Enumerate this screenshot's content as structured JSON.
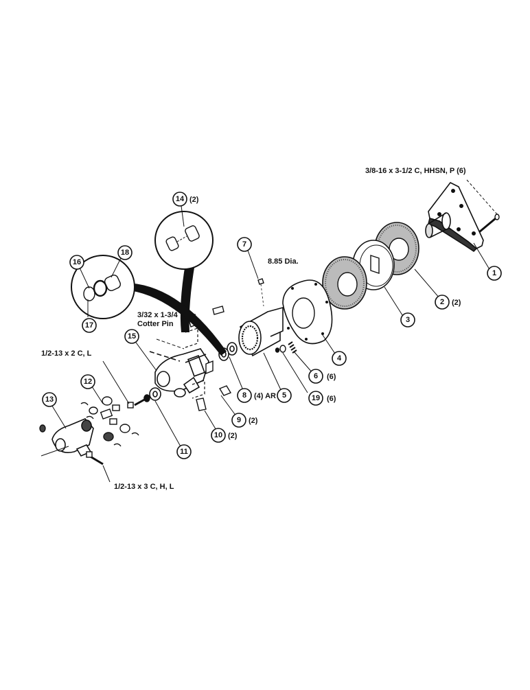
{
  "diagram": {
    "callouts": [
      {
        "id": "1",
        "qty": ""
      },
      {
        "id": "2",
        "qty": "(2)"
      },
      {
        "id": "3",
        "qty": ""
      },
      {
        "id": "4",
        "qty": ""
      },
      {
        "id": "5",
        "qty": ""
      },
      {
        "id": "6",
        "qty": "(6)"
      },
      {
        "id": "7",
        "qty": ""
      },
      {
        "id": "8",
        "qty": "(4) AR"
      },
      {
        "id": "9",
        "qty": "(2)"
      },
      {
        "id": "10",
        "qty": "(2)"
      },
      {
        "id": "11",
        "qty": ""
      },
      {
        "id": "12",
        "qty": ""
      },
      {
        "id": "13",
        "qty": ""
      },
      {
        "id": "14",
        "qty": "(2)"
      },
      {
        "id": "15",
        "qty": ""
      },
      {
        "id": "16",
        "qty": ""
      },
      {
        "id": "17",
        "qty": ""
      },
      {
        "id": "18",
        "qty": ""
      },
      {
        "id": "19",
        "qty": "(6)"
      }
    ],
    "labels": {
      "bolt_top": "3/8-16 x 3-1/2 C, HHSN, P (6)",
      "diameter": "8.85 Dia.",
      "cotter_line1": "3/32 x 1-3/4",
      "cotter_line2": "Cotter Pin",
      "bolt_left": "1/2-13 x 2 C, L",
      "bolt_bottom": "1/2-13 x 3 C, H, L"
    }
  }
}
